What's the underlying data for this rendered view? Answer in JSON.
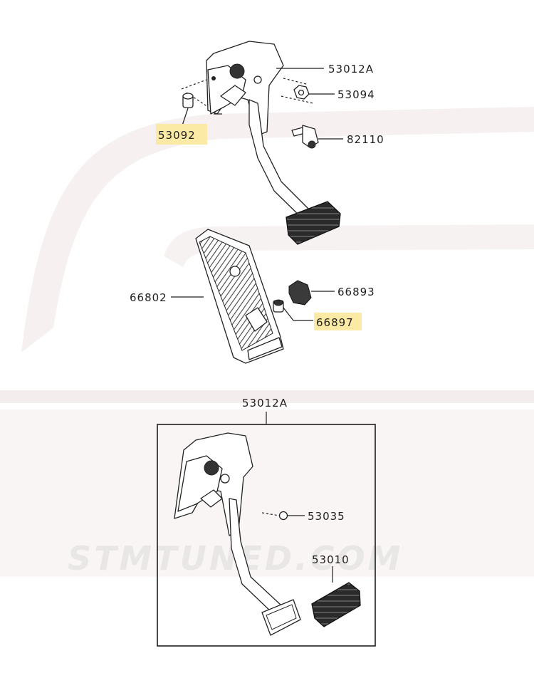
{
  "watermark": "STMTUNED.COM",
  "highlight_color": "#fbe9a6",
  "callouts": {
    "bracket_assy": "53012A",
    "nut_left": "53092",
    "nut_right": "53094",
    "switch": "82110",
    "pad_left": "66802",
    "stopper": "66893",
    "clip": "66897",
    "inset_title": "53012A",
    "bushing": "53035",
    "pedal_pad": "53010"
  },
  "highlighted_parts": [
    "53092",
    "66897"
  ]
}
